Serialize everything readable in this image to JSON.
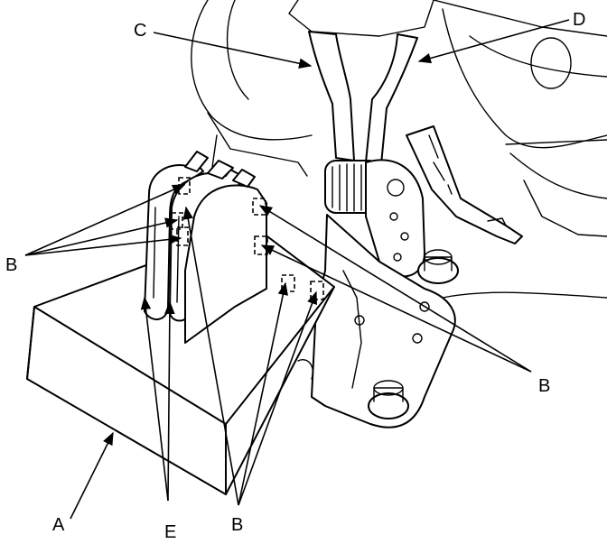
{
  "labels": {
    "a": "A",
    "b_left": "B",
    "b_right": "B",
    "b_bottom": "B",
    "c": "C",
    "d": "D",
    "e": "E"
  }
}
